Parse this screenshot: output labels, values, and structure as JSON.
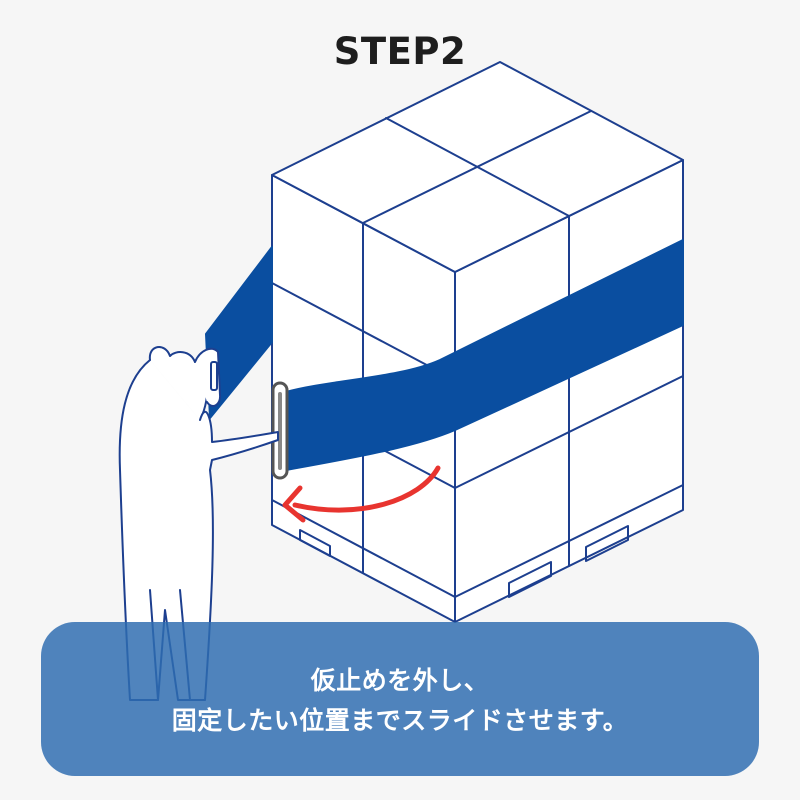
{
  "step_title": "STEP2",
  "caption": {
    "line1": "仮止めを外し、",
    "line2": "固定したい位置までスライドさせます。"
  },
  "colors": {
    "background": "#f6f6f6",
    "outline": "#1d3f8f",
    "belt": "#0a4ea0",
    "arrow": "#e8342f",
    "buckle": "#555555",
    "caption_box": "#2e6cb0",
    "caption_text": "#ffffff"
  },
  "icons": {
    "arrow": "curved-arrow-left-icon",
    "buckle": "buckle-icon",
    "person": "person-figure"
  }
}
